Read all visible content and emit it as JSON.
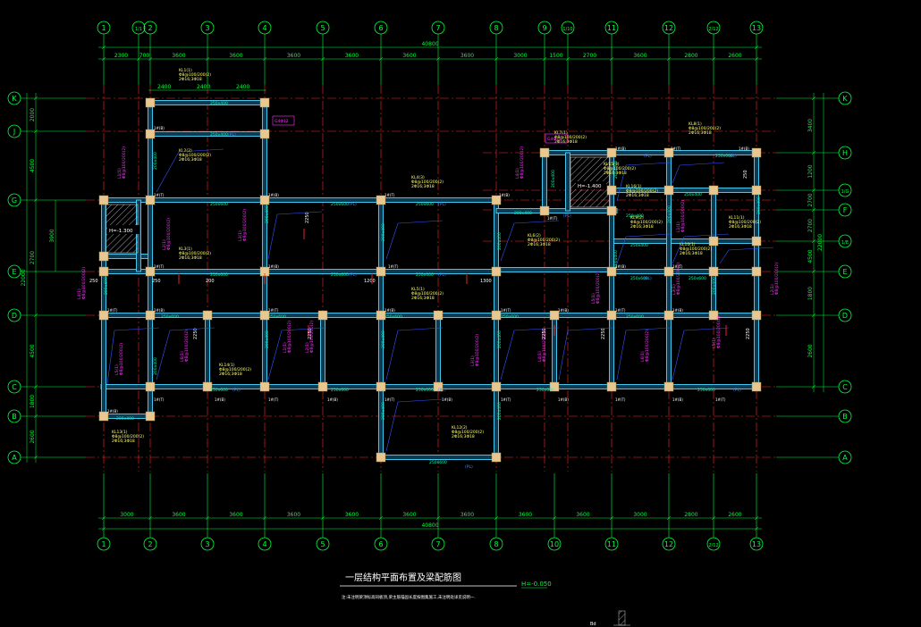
{
  "drawing": {
    "title": "一层结构平面布置及梁配筋图",
    "elevation": "H=-0.050",
    "note": "注:未注明梁顶标高同板顶,梁主筋锚固长度按图集施工,未注明处详见说明一.",
    "legend_label": "Bd"
  },
  "axes": {
    "top": [
      "1",
      "1/1",
      "2",
      "3",
      "4",
      "5",
      "6",
      "7",
      "8",
      "9",
      "1/10",
      "11",
      "12",
      "2/12",
      "13"
    ],
    "bottom": [
      "1",
      "2",
      "3",
      "4",
      "5",
      "6",
      "7",
      "8",
      "10",
      "11",
      "12",
      "2/12",
      "13"
    ],
    "left": [
      "K",
      "J",
      "G",
      "E",
      "D",
      "C",
      "B",
      "A"
    ],
    "right": [
      "K",
      "H",
      "1/G",
      "F",
      "1/E",
      "E",
      "D",
      "C",
      "B",
      "A"
    ]
  },
  "dims": {
    "top_total": "40800",
    "top_segments": [
      "2300",
      "700",
      "3600",
      "3600",
      "3600",
      "3600",
      "3600",
      "3600",
      "3000",
      "1500",
      "2700",
      "3600",
      "2800",
      "2600"
    ],
    "bottom_total": "40800",
    "bottom_segments": [
      "3000",
      "3600",
      "3600",
      "3600",
      "3600",
      "3600",
      "3600",
      "3600",
      "3600",
      "3000",
      "2800",
      "2600"
    ],
    "left_total": "22000",
    "left_segments": [
      "2000",
      "4500",
      "2700",
      "4500",
      "1800",
      "2600"
    ],
    "left_inner": "3900",
    "right_total": "22000",
    "right_segments": [
      "3400",
      "1200",
      "2700",
      "2700",
      "4500",
      "1800",
      "2600"
    ],
    "top_small": [
      "2400",
      "2400",
      "2400"
    ]
  },
  "labels": {
    "beam_size": "250x600",
    "beam_size_2": "250x400",
    "beam_size_3": "200x400",
    "beam_tag": "(PL)",
    "col_top": "1#(T)",
    "col_bot": "1#(B)",
    "rebar": "Φ8@100/200(2)",
    "rebar_2": "2Φ16;3Φ18",
    "rebar_3": "G4Φ12",
    "stair_1": "H=-1.300",
    "stair_2": "H=-1.400",
    "dim_250": "250",
    "dim_200": "200",
    "dim_1200": "1200",
    "dim_1300": "1300",
    "dim_2250": "2250",
    "dim_2250b": "2250",
    "kl_1": "KL1(1)",
    "kl_2": "KL2(2)",
    "kl_3": "KL3(1)",
    "kl_4": "KL4(3)",
    "kl_5": "KL5(1)",
    "kl_6": "KL6(2)",
    "kl_7": "KL7(1)",
    "kl_8": "KL8(1)",
    "kl_9": "KL9(2)",
    "kl_10": "KL10(1)",
    "kl_11": "KL11(1)",
    "kl_12": "KL12(2)",
    "kl_13": "KL13(1)",
    "kl_14": "KL14(1)",
    "kl_15": "KL15(3)",
    "kl_16": "KL16(1)",
    "l_1": "L1(1)",
    "l_2": "L2(1)",
    "l_3": "L3(1)",
    "l_4": "L4(1)",
    "l_5": "L5(1)",
    "l_6": "L6(1)"
  },
  "colors": {
    "axis": "#00ff3c",
    "grid": "#ff2a2a",
    "beam": "#4ad9ff",
    "beam_fill": "#0e3a52",
    "column": "#e8c890",
    "dim": "#00ff3c",
    "yellow": "#ffff44",
    "magenta": "#ff33ff",
    "blue_leader": "#3355ff"
  }
}
